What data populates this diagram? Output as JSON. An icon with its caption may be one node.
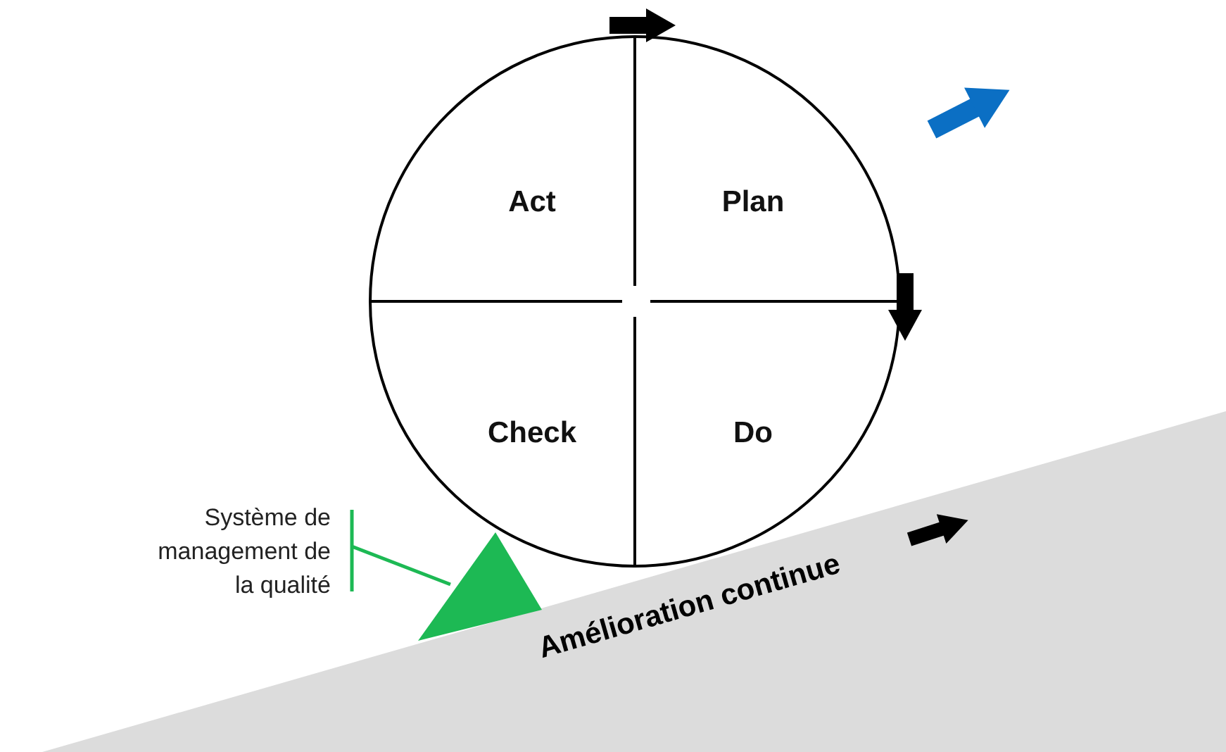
{
  "diagram": {
    "nodes": [
      {
        "text": [],
        "shape": "circle"
      },
      {
        "text": [
          "Act"
        ],
        "in": 0
      },
      {
        "text": [
          "Plan"
        ],
        "in": 0
      },
      {
        "text": [
          "Check"
        ],
        "in": 0
      },
      {
        "text": [
          "Do"
        ],
        "in": 0
      },
      {
        "text": [
          "Système de management de la qualité"
        ]
      },
      {
        "text": [],
        "shape": "triangle"
      }
    ],
    "edges": [
      {
        "from": 5,
        "to": 6,
        "arrow": "none",
        "color": "#1db954"
      }
    ],
    "labels": [
      "Amélioration continue"
    ]
  }
}
